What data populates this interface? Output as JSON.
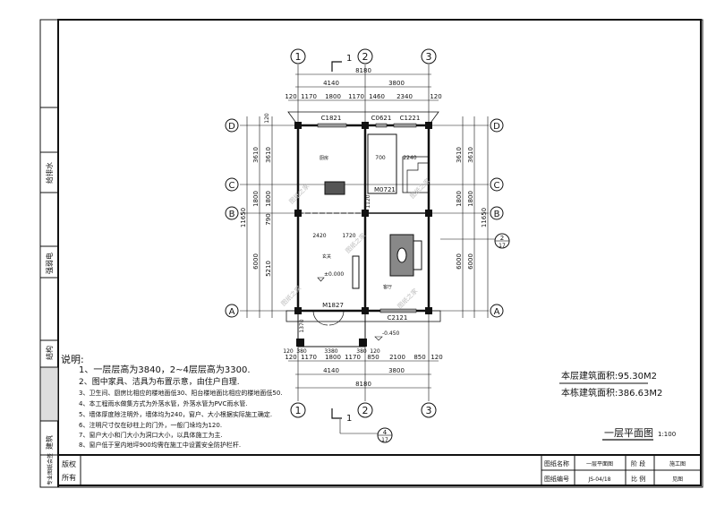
{
  "side_strip": {
    "labels": [
      "给排水",
      "强弱电",
      "结构",
      "建筑",
      "专业图纸会签"
    ]
  },
  "axes": {
    "columns": [
      "1",
      "2",
      "3"
    ],
    "rows": [
      "D",
      "C",
      "B",
      "A"
    ]
  },
  "dimensions": {
    "top_total": "8180",
    "top_mid": [
      "4140",
      "3800"
    ],
    "top_detail": [
      "120",
      "1170",
      "1800",
      "1170",
      "1460",
      "2340",
      "120"
    ],
    "bottom_total": "8180",
    "bottom_mid": [
      "4140",
      "3800"
    ],
    "bottom_detail": [
      "120",
      "1170",
      "1800",
      "1170",
      "850",
      "2100",
      "850",
      "120"
    ],
    "porch_detail": [
      "120",
      "380",
      "3380",
      "380",
      "120"
    ],
    "left_outer": [
      "11650"
    ],
    "left_mid": [
      "3610",
      "1800",
      "6000"
    ],
    "left_inner": [
      "3610",
      "1800",
      "790",
      "5210"
    ],
    "right_inner": [
      "3610",
      "1800",
      "6000"
    ],
    "right_outer": [
      "3610",
      "1800",
      "6000",
      "11650"
    ],
    "interior": [
      "2420",
      "1720",
      "700",
      "1120",
      "2240",
      "1370",
      "120"
    ]
  },
  "openings": {
    "c1821": "C1821",
    "c0621": "C0621",
    "c1221": "C1221",
    "m0721": "M0721",
    "m1827": "M1827",
    "c2121": "C2121"
  },
  "rooms": {
    "kitchen": "厨房",
    "foyer": "玄关",
    "living": "客厅"
  },
  "levels": {
    "floor": "±0.000",
    "porch": "-0.450"
  },
  "section_mark": "1",
  "detail_refs": [
    {
      "num": "2",
      "sheet": "17"
    },
    {
      "num": "4",
      "sheet": "17"
    }
  ],
  "watermark": "图纸之家",
  "notes": {
    "title": "说明:",
    "items": [
      "1、一层层高为3840，2~4层层高为3300.",
      "2、图中家具、洁具为布置示意，由住户自理.",
      "3、卫生间、厨房比相应的楼地面低30、阳台楼地面比相应的楼地面低50.",
      "4、本工程雨水做集方式为外落水管，外落水管为PVC雨水管.",
      "5、墙体厚度除注明外，墙体均为240，窗户、大小根据实际施工确定.",
      "6、注明尺寸仅在砂柱上的门外，一般门垛均为120.",
      "7、窗户大小和门大小为洞口大小，以具体施工为主.",
      "8、窗户低于室内地坪900均需在施工中设置安全防护栏杆."
    ]
  },
  "area": {
    "floor_area": "本层建筑面积:95.30M2",
    "building_area": "本栋建筑面积:386.63M2"
  },
  "drawing_title": "一层平面图",
  "scale": "1:100",
  "title_block": {
    "copyright": [
      "版权",
      "所有"
    ],
    "name_label": "图纸名称",
    "name_value": "一层平面图",
    "stage_label": "阶 段",
    "stage_value": "施工图",
    "number_label": "图纸编号",
    "number_value": "JS-04/18",
    "scale_label": "比 例",
    "scale_value": "见图"
  }
}
